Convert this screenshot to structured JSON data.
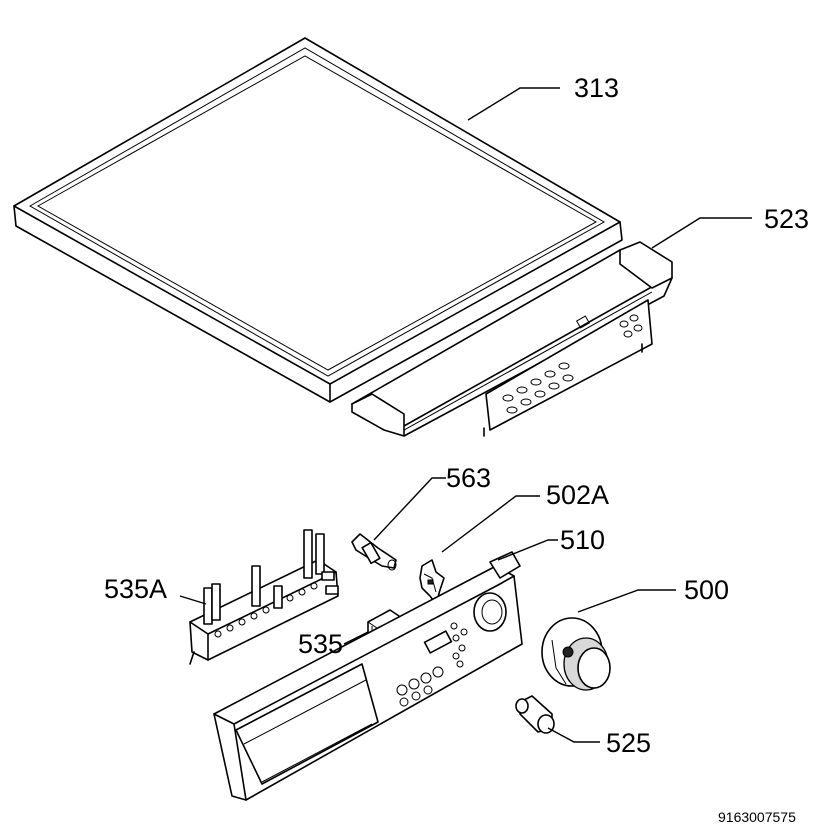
{
  "callouts": {
    "c313": "313",
    "c523": "523",
    "c563": "563",
    "c502a": "502A",
    "c510": "510",
    "c535a": "535A",
    "c500": "500",
    "c535": "535",
    "c525": "525"
  },
  "document_number": "9163007575"
}
